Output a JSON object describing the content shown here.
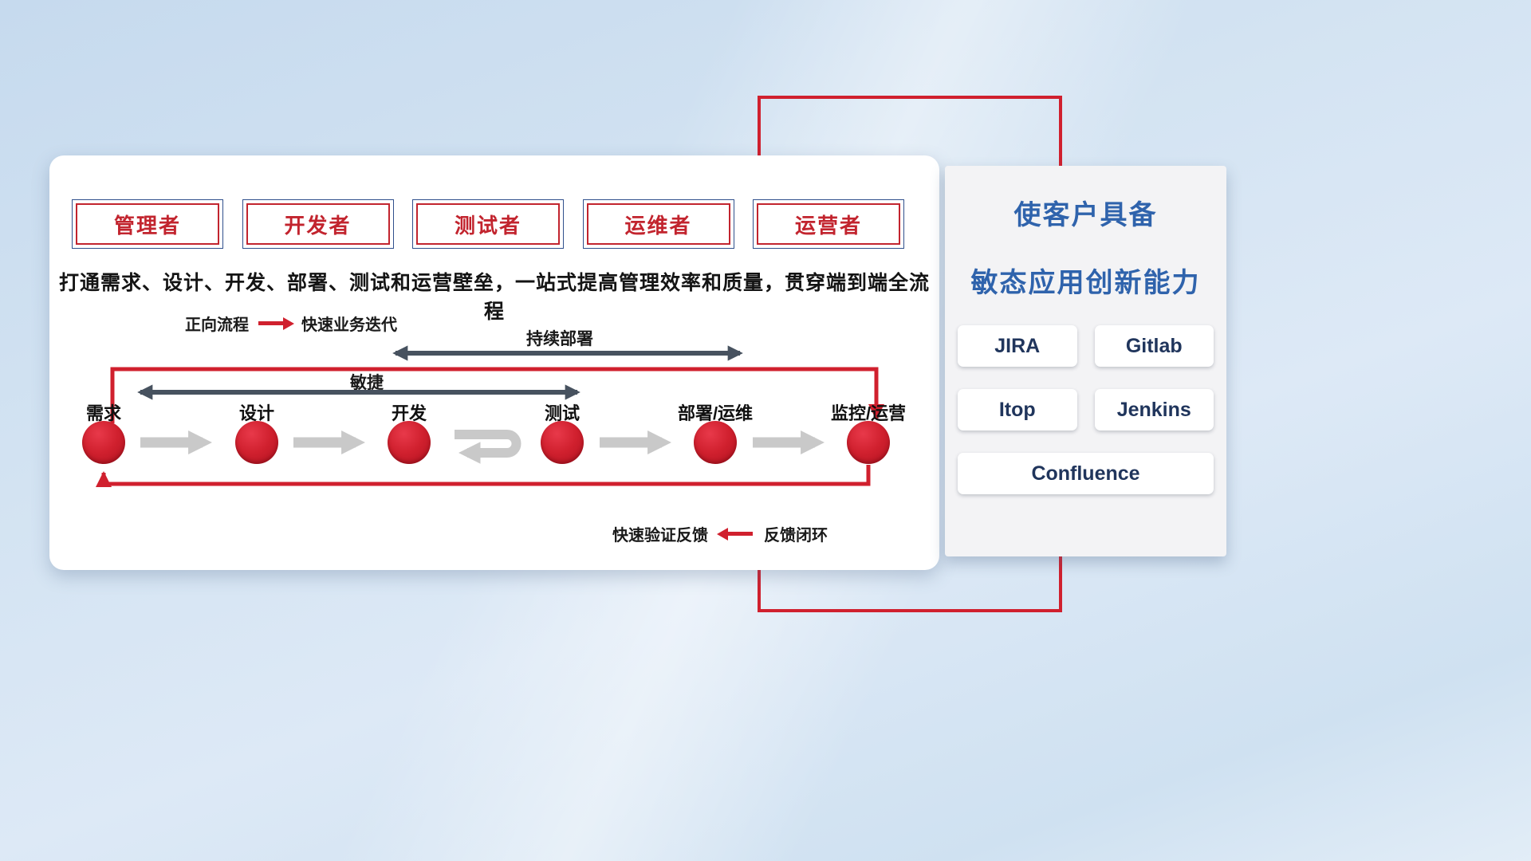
{
  "main_panel": {
    "roles": [
      "管理者",
      "开发者",
      "测试者",
      "运维者",
      "运营者"
    ],
    "subtitle": "打通需求、设计、开发、部署、测试和运营壁垒，一站式提高管理效率和质量，贯穿端到端全流程",
    "forward_legend": {
      "label": "正向流程",
      "desc": "快速业务迭代"
    },
    "continuous_deploy_label": "持续部署",
    "agile_label": "敏捷",
    "flow_nodes": [
      "需求",
      "设计",
      "开发",
      "测试",
      "部署/运维",
      "监控/运营"
    ],
    "feedback_legend": {
      "label": "快速验证反馈",
      "desc": "反馈闭环"
    }
  },
  "right_panel": {
    "title_line1": "使客户具备",
    "title_line2": "敏态应用创新能力",
    "tools": [
      "JIRA",
      "Gitlab",
      "Itop",
      "Jenkins",
      "Confluence"
    ]
  },
  "colors": {
    "accent_red": "#d0202e",
    "title_blue": "#2f63ac",
    "dark_arrow": "#47525f",
    "gray_arrow": "#c9c9c9"
  }
}
